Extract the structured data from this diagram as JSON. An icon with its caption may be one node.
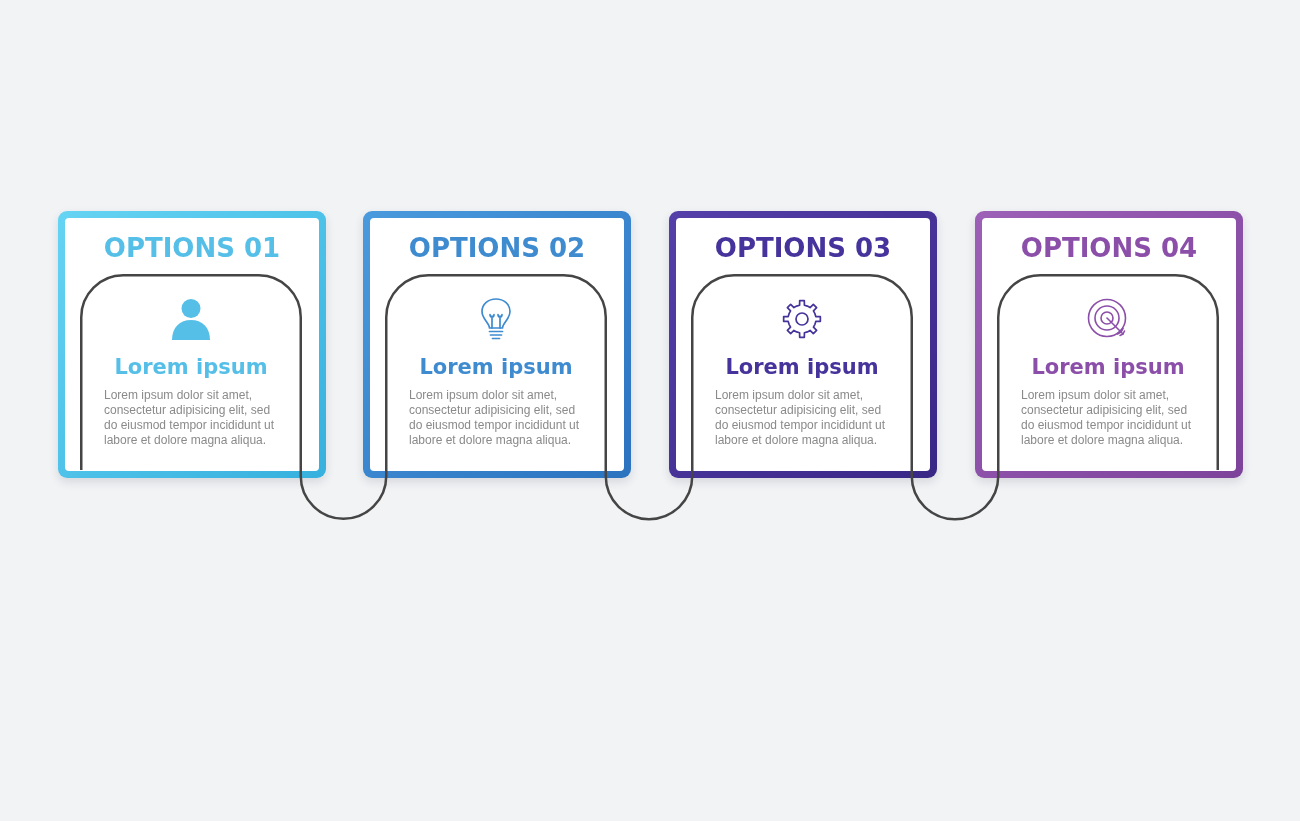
{
  "diagram": {
    "nodes": [
      {
        "text": [
          "OPTIONS 01"
        ]
      },
      {
        "text": [
          "Lorem ipsum",
          "Lorem ipsum dolor sit amet, consectetur adipisicing elit, sed do eiusmod tempor incididunt ut labore et dolore magna aliqua."
        ],
        "in": 0
      },
      {
        "text": [
          "OPTIONS 02"
        ]
      },
      {
        "text": [
          "Lorem ipsum",
          "Lorem ipsum dolor sit amet, consectetur adipisicing elit, sed do eiusmod tempor incididunt ut labore et dolore magna aliqua."
        ],
        "in": 2
      },
      {
        "text": [
          "OPTIONS 03"
        ]
      },
      {
        "text": [
          "Lorem ipsum",
          "Lorem ipsum dolor sit amet, consectetur adipisicing elit, sed do eiusmod tempor incididunt ut labore et dolore magna aliqua."
        ],
        "in": 4
      },
      {
        "text": [
          "OPTIONS 04"
        ]
      },
      {
        "text": [
          "Lorem ipsum",
          "Lorem ipsum dolor sit amet, consectetur adipisicing elit, sed do eiusmod tempor incididunt ut labore et dolore magna aliqua."
        ],
        "in": 6
      }
    ],
    "edges": [
      {
        "from": 1,
        "to": 3,
        "arrow": "none"
      },
      {
        "from": 3,
        "to": 5,
        "arrow": "none"
      },
      {
        "from": 5,
        "to": 7,
        "arrow": "none"
      }
    ]
  }
}
